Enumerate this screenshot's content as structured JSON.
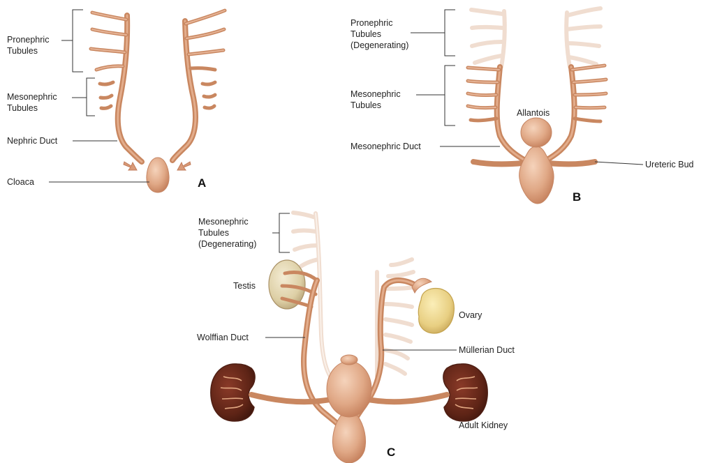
{
  "panels": {
    "a": {
      "letter": "A",
      "pronephric_tubules": [
        "Pronephric",
        "Tubules"
      ],
      "mesonephric_tubules": [
        "Mesonephric",
        "Tubules"
      ],
      "nephric_duct": "Nephric Duct",
      "cloaca": "Cloaca"
    },
    "b": {
      "letter": "B",
      "pronephric_tubules": [
        "Pronephric",
        "Tubules",
        "(Degenerating)"
      ],
      "mesonephric_tubules": [
        "Mesonephric",
        "Tubules"
      ],
      "allantois": "Allantois",
      "mesonephric_duct": "Mesonephric Duct",
      "ureteric_bud": "Ureteric Bud"
    },
    "c": {
      "letter": "C",
      "mesonephric_tubules": [
        "Mesonephric",
        "Tubules",
        "(Degenerating)"
      ],
      "testis": "Testis",
      "ovary": "Ovary",
      "wolffian_duct": "Wolffian Duct",
      "mullerian_duct": "Müllerian Duct",
      "adult_kidney": "Adult Kidney"
    }
  },
  "colors": {
    "duct": "#c98760",
    "duct_highlight": "#e3ad8c",
    "degenerating": "#f0ddd0",
    "kidney": "#6b2a1c",
    "testis": "#e6d9b5",
    "ovary": "#ecd58f",
    "label_text": "#222222"
  }
}
